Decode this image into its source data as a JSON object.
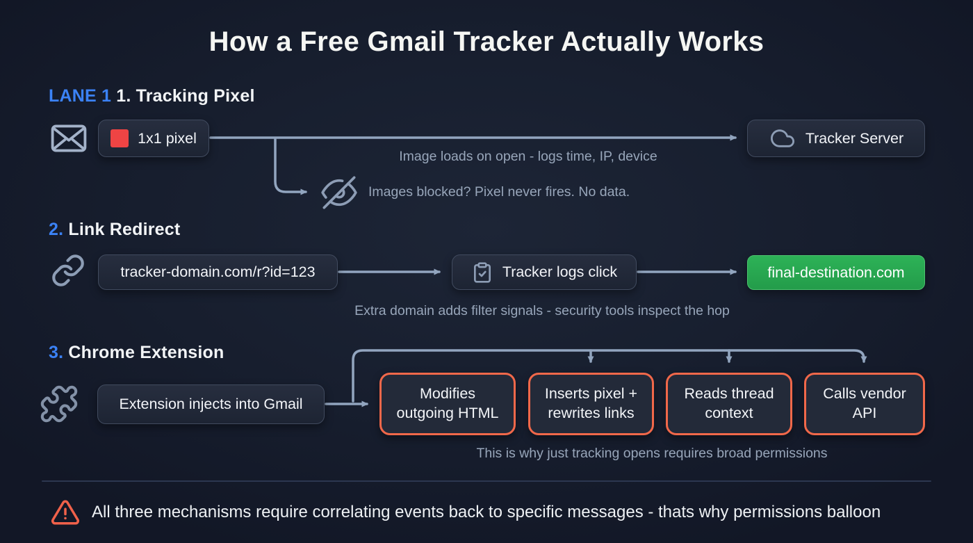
{
  "title": "How a Free Gmail Tracker Actually Works",
  "colors": {
    "background": "#161d2c",
    "accent_blue": "#3b82f6",
    "connector_line": "#92a5bf",
    "caption_text": "#98a6ba",
    "success_green": "#27a750",
    "warning_orange": "#f1684a",
    "pixel_red": "#ef4444"
  },
  "lane1": {
    "badge": "LANE 1",
    "heading": "1. Tracking Pixel",
    "lane_icon": "envelope-icon",
    "pixel_box_label": "1x1 pixel",
    "server_icon": "cloud-icon",
    "server_box_label": "Tracker Server",
    "caption_open": "Image loads on open - logs time, IP, device",
    "blocked_icon": "eye-off-icon",
    "caption_blocked": "Images blocked? Pixel never fires. No data."
  },
  "lane2": {
    "number": "2.",
    "heading": "Link Redirect",
    "lane_icon": "link-icon",
    "url_box_label": "tracker-domain.com/r?id=123",
    "logs_icon": "clipboard-check-icon",
    "logs_box_label": "Tracker logs click",
    "destination_box_label": "final-destination.com",
    "caption": "Extra domain adds filter signals - security tools inspect the hop"
  },
  "lane3": {
    "number": "3.",
    "heading": "Chrome Extension",
    "lane_icon": "puzzle-icon",
    "inject_box_label": "Extension injects into Gmail",
    "action_boxes": [
      "Modifies outgoing HTML",
      "Inserts pixel + rewrites links",
      "Reads thread context",
      "Calls vendor API"
    ],
    "caption": "This is why just tracking opens requires broad permissions"
  },
  "footer": {
    "icon": "alert-triangle-icon",
    "warning": "All three mechanisms require correlating events back to specific messages - thats why permissions balloon"
  }
}
